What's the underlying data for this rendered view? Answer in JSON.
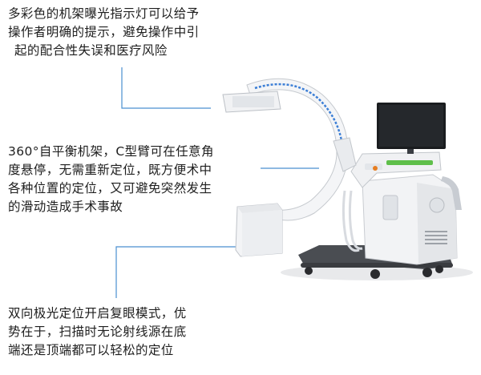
{
  "callouts": [
    {
      "lines": [
        "多彩色的机架曝光指示灯可以给予",
        "操作者明确的提示，避免操作中引",
        "起的配合性失误和医疗风险"
      ]
    },
    {
      "lines": [
        "360°自平衡机架，C型臂可在任意角",
        "度悬停，无需重新定位，既方便术中",
        "各种位置的定位，又可避免突然发生",
        "的滑动造成手术事故"
      ]
    },
    {
      "lines": [
        "双向极光定位开启复眼模式，优",
        "势在于，扫描时无论射线源在底",
        "端还是顶端都可以轻松的定位"
      ]
    }
  ],
  "colors": {
    "leader_line": "#4a8fd0",
    "machine_body": "#f2f3f5",
    "machine_shadow": "#c9ccd1",
    "base": "#4a4d52",
    "monitor": "#1a1c1f",
    "accent_blue": "#3d7fd6",
    "accent_green": "#5fbf4a",
    "accent_orange": "#e67e22"
  },
  "icons": [
    "c-arm-machine-illustration",
    "monitor-icon",
    "xray-tube-icon",
    "detector-icon"
  ]
}
